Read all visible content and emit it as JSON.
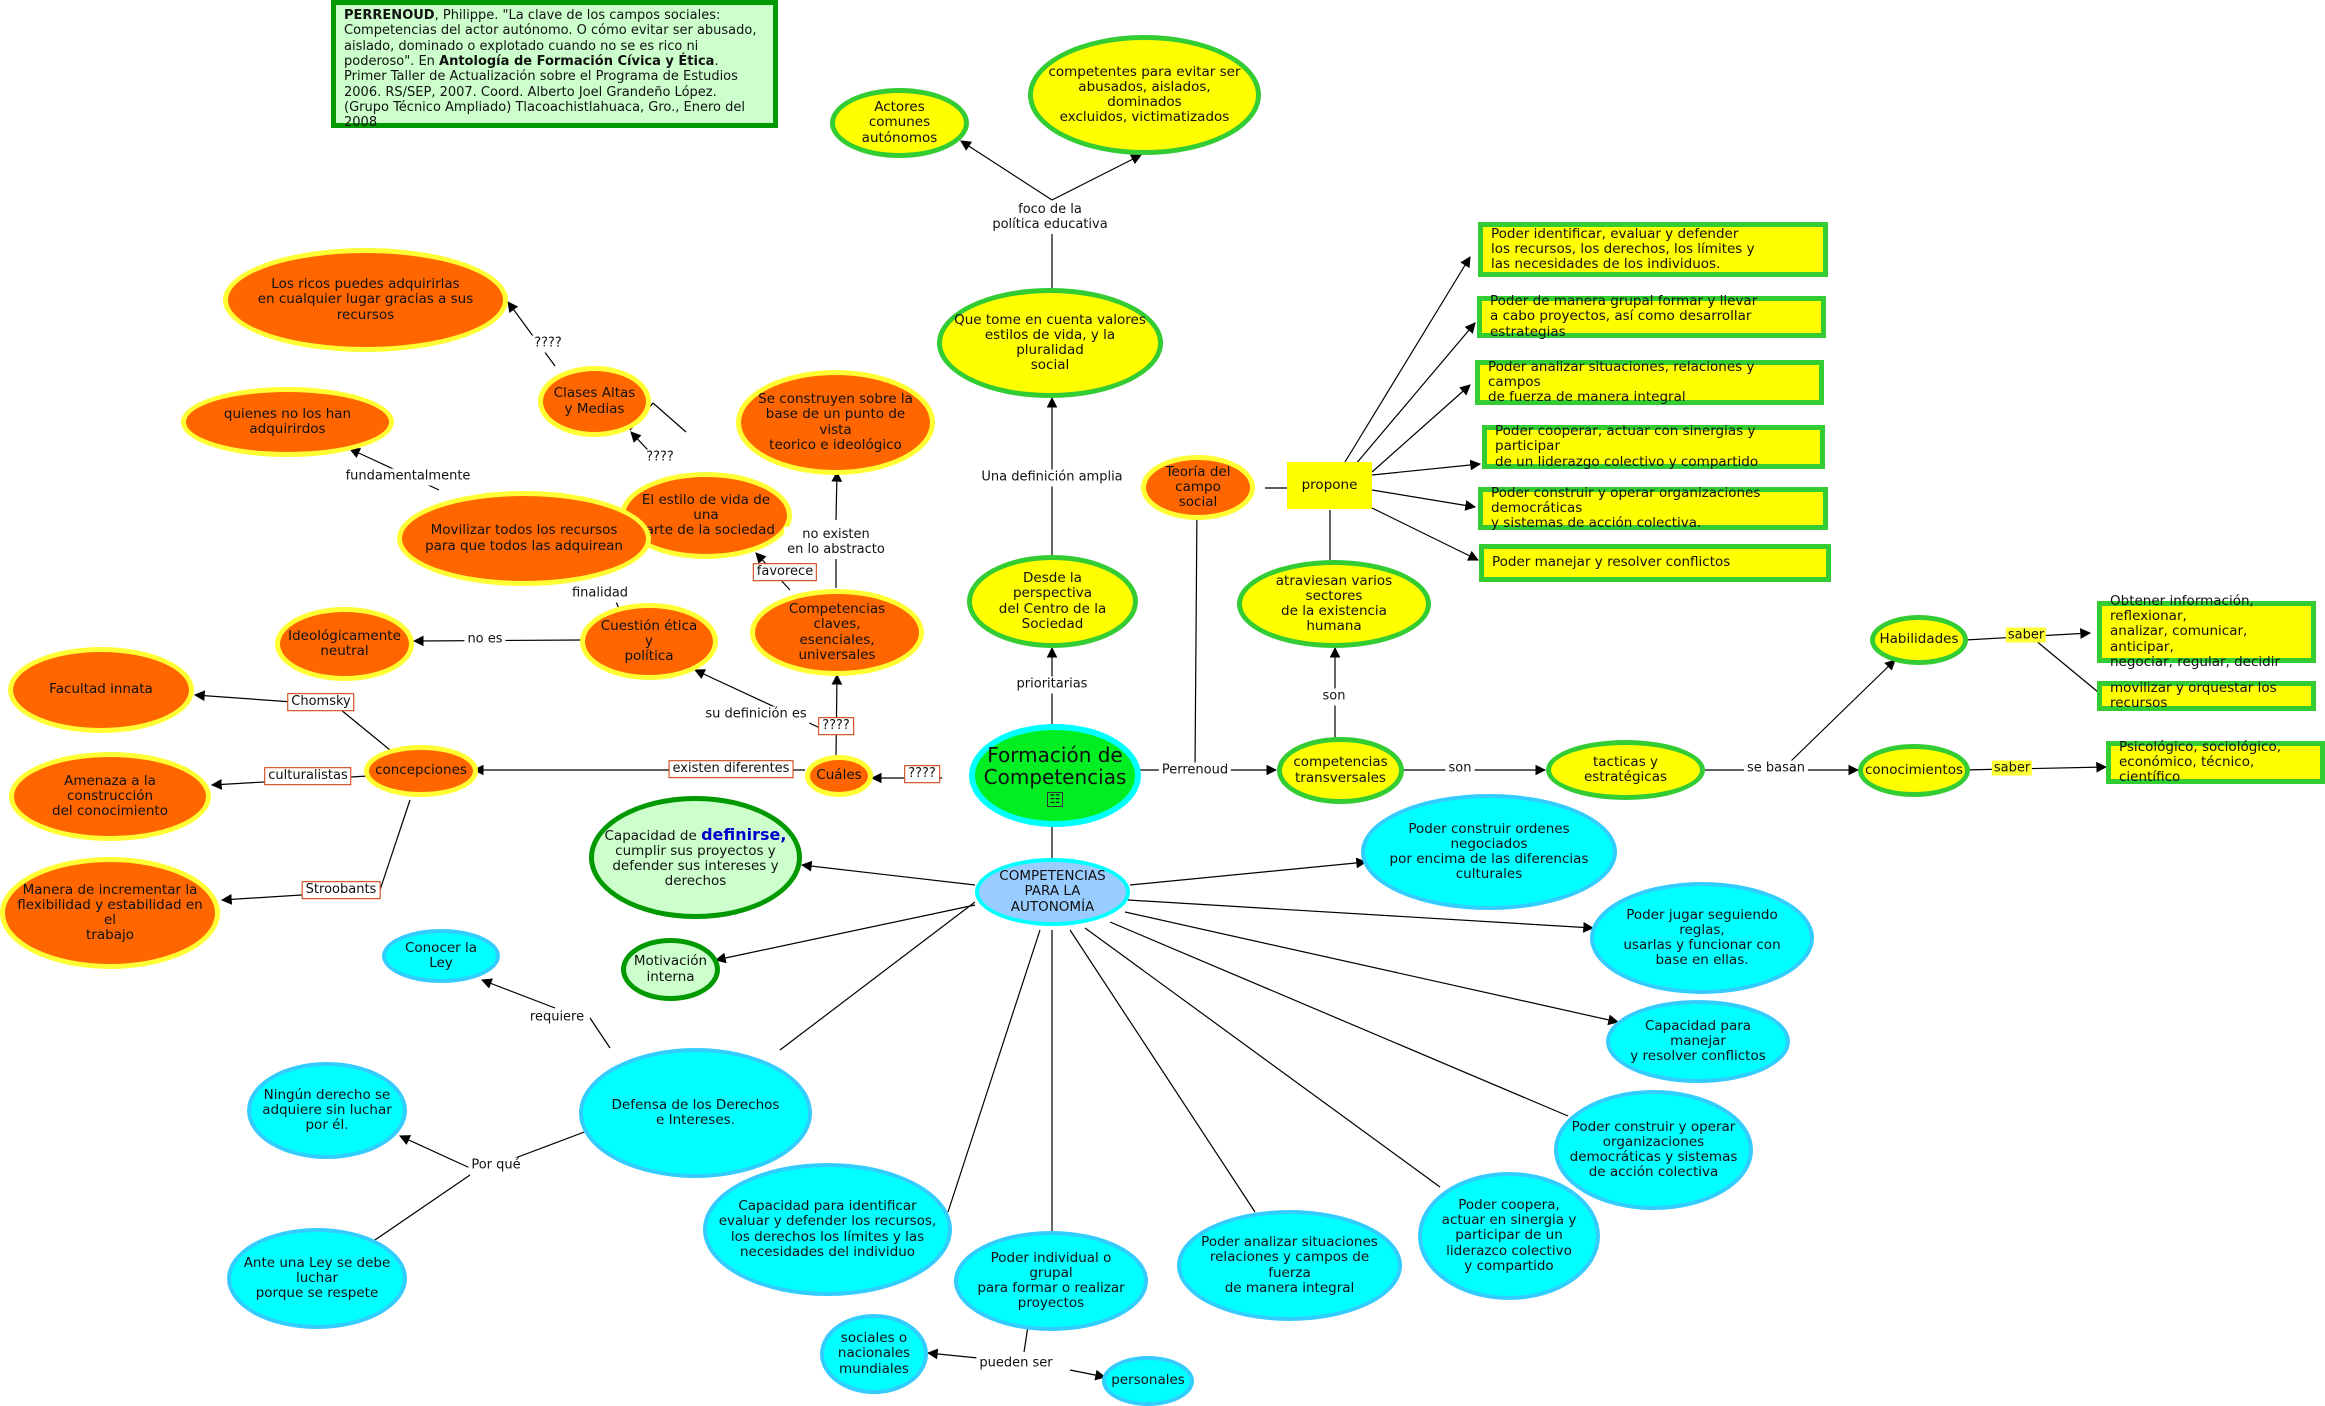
{
  "citation": {
    "author": "PERRENOUD",
    "part1": ", Philippe. \"La clave de los campos sociales: Competencias del actor autónomo. O cómo evitar ser abusado, aislado, dominado o explotado cuando no se es rico ni poderoso\". En ",
    "anthology": "Antología de Formación Cívica y Ética",
    "part2": ".  Primer Taller de Actualización sobre el Programa de Estudios 2006. RS/SEP, 2007. Coord. Alberto Joel Grandeño López. (Grupo Técnico Ampliado) Tlacoachistlahuaca, Gro., Enero del 2008"
  },
  "nodes": {
    "main": "Formación de\nCompetencias",
    "main_icon": "concept-map-icon",
    "actores": "Actores comunes\nautónomos",
    "competentes": "competentes para evitar ser\nabusados, aislados, dominados\nexcluidos, victimatizados",
    "quetome": "Que tome en cuenta valores\nestilos de vida, y la pluralidad\nsocial",
    "desde": "Desde la perspectiva\ndel Centro de la\nSociedad",
    "teoria": "Teoría del\ncampo social",
    "propone": "propone",
    "atraviesan": "atraviesan varios sectores\nde la existencia humana",
    "comptrans": "competencias\ntransversales",
    "tacticas": "tacticas y estratégicas",
    "habilidades": "Habilidades",
    "conocimientos": "conocimientos",
    "obtener": "Obtener información, reflexionar,\nanalizar, comunicar, anticipar,\nnegociar, regular, decidir",
    "movilizar_orq": "movilizar y orquestar los recursos",
    "psicologico": "Psicológico, sociológico,\neconómico, técnico, científico",
    "p1": "Poder identificar, evaluar y defender\nlos recursos, los derechos, los límites y\nlas necesidades de los individuos.",
    "p2": "Poder de manera grupal formar y llevar\na cabo proyectos, así como desarrollar estrategias",
    "p3": "Poder analizar situaciones, relaciones y campos\nde fuerza de manera integral",
    "p4": "Poder cooperar, actuar con sinergias y participar\nde un liderazgo colectivo y compartido",
    "p5": "Poder construir y operar organizaciones democráticas\ny sistemas de acción colectiva.",
    "p6": "Poder manejar y resolver conflictos",
    "ricos": "Los ricos puedes adquirirlas\nen cualquier lugar gracias a sus recursos",
    "quienes": "quienes no los han adquirirdos",
    "clases": "Clases Altas\ny Medias",
    "estilo": "El estilo de vida de una\nparte de la sociedad",
    "seconstruyen": "Se construyen sobre la\nbase de un punto de vista\nteorico e ideológico",
    "movilizar_todos": "Movilizar todos los recursos\npara que todos las adquirean",
    "claves": "Competencias claves,\nesenciales, universales",
    "ideologicamente": "Ideológicamente\nneutral",
    "cuestion": "Cuestión ética y\npolítica",
    "cuales": "Cuáles",
    "concepciones": "concepciones",
    "facultad": "Facultad innata",
    "amenaza": "Amenaza a la construcción\ndel conocimiento",
    "manera": "Manera de incrementar la\nflexibilidad y estabilidad en el\ntrabajo",
    "capacidad_def_pre": "Capacidad de ",
    "capacidad_def_big": "definirse,",
    "capacidad_def_post": "\ncumplir sus proyectos y\ndefender sus intereses y\nderechos",
    "motivacion": "Motivación\ninterna",
    "autonomia": "COMPETENCIAS\nPARA LA AUTONOMÍA",
    "conocer": "Conocer la Ley",
    "defensa": "Defensa de los Derechos\ne Intereses.",
    "ningun": "Ningún derecho se\nadquiere sin luchar\npor él.",
    "ante": "Ante una Ley se debe\nluchar\nporque se respete",
    "cap_ident": "Capacidad para identificar\nevaluar y defender los recursos,\nlos derechos los límites y las\nnecesidades del individuo",
    "poder_ind": "Poder individual o grupal\npara formar o realizar\nproyectos",
    "sociales": "sociales o\nnacionales\nmundiales",
    "personales": "personales",
    "analizar": "Poder analizar situaciones\nrelaciones y campos de fuerza\nde manera integral",
    "coopera": "Poder coopera,\nactuar en sinergia y\nparticipar de un\nliderazco colectivo\ny compartido",
    "construir_org": "Poder construir y operar\norganizaciones\ndemocráticas y sistemas\nde acción colectiva",
    "cap_manejar": "Capacidad para manejar\ny resolver conflictos",
    "jugar": "Poder jugar seguiendo reglas,\nusarlas y funcionar con\nbase en ellas.",
    "ordenes": "Poder construir ordenes negociados\npor encima de las diferencias\nculturales"
  },
  "labels": {
    "foco": "foco de la\npolítica educativa",
    "una_def": "Una definición amplia",
    "prioritarias": "prioritarias",
    "perrenoud": "Perrenoud",
    "son1": "son",
    "son2": "son",
    "se_basan": "se basan",
    "saber1": "saber",
    "saber2": "saber",
    "q_ricos": "????",
    "q_estilo": "????",
    "fundamentalmente": "fundamentalmente",
    "no_existen": "no existen\nen lo abstracto",
    "favorece": "favorece",
    "finalidad": "finalidad",
    "no_es": "no es",
    "su_def": "su definición es",
    "q_cuales_up": "????",
    "q_cuales": "????",
    "existen": "existen diferentes",
    "chomsky": "Chomsky",
    "culturalistas": "culturalistas",
    "stroobants": "Stroobants",
    "requiere": "requiere",
    "por_que": "Por qué",
    "pueden_ser": "pueden ser"
  }
}
